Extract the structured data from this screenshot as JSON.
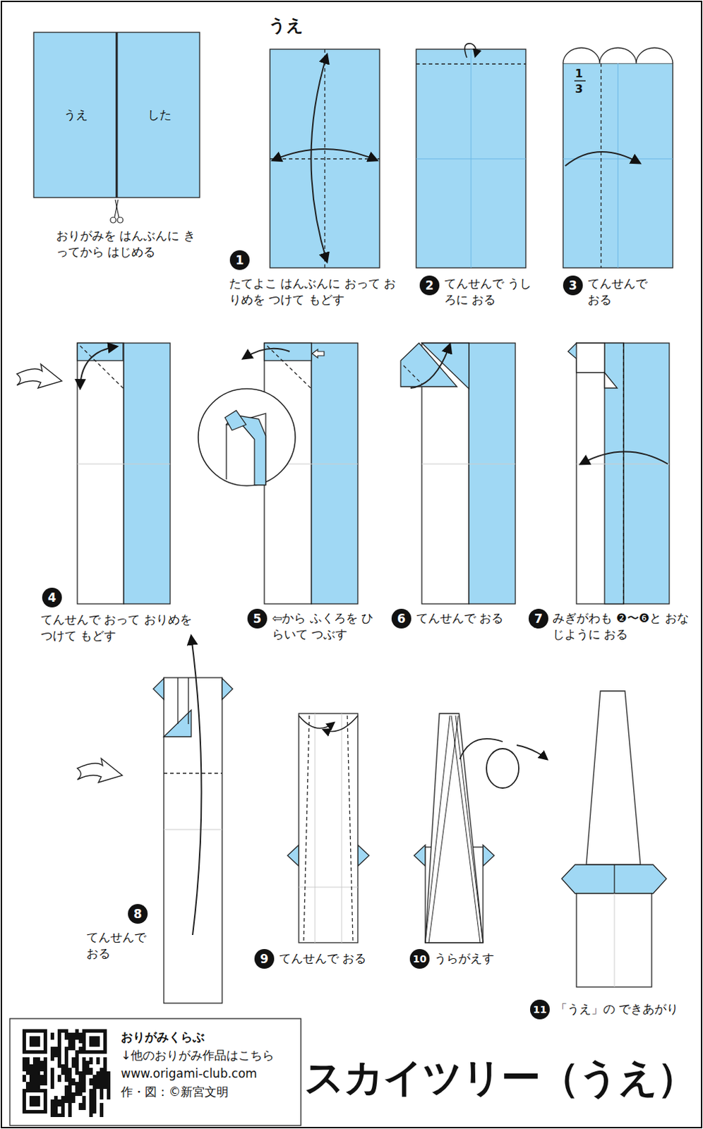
{
  "diagram": {
    "title": "スカイツリー（うえ）",
    "labels": [
      "うえ",
      "うえ",
      "した",
      "おりがみを はんぶんに きってから はじめる",
      "1",
      "3",
      "1",
      "たてよこ はんぶんに おって おりめを つけて もどす",
      "2",
      "てんせんで うしろに おる",
      "3",
      "てんせんで おる",
      "4",
      "てんせんで おって おりめを つけて もどす",
      "5",
      "⇦から ふくろを ひらいて つぶす",
      "6",
      "てんせんで おる",
      "7",
      "みぎがわも ❷〜❻と おなじように おる",
      "8",
      "てんせんで おる",
      "9",
      "てんせんで おる",
      "10",
      "うらがえす",
      "11",
      "「うえ」の できあがり",
      "おりがみくらぶ",
      "↓他のおりがみ作品はこちら",
      "www.origami-club.com",
      "作・図：©新宮文明"
    ]
  }
}
